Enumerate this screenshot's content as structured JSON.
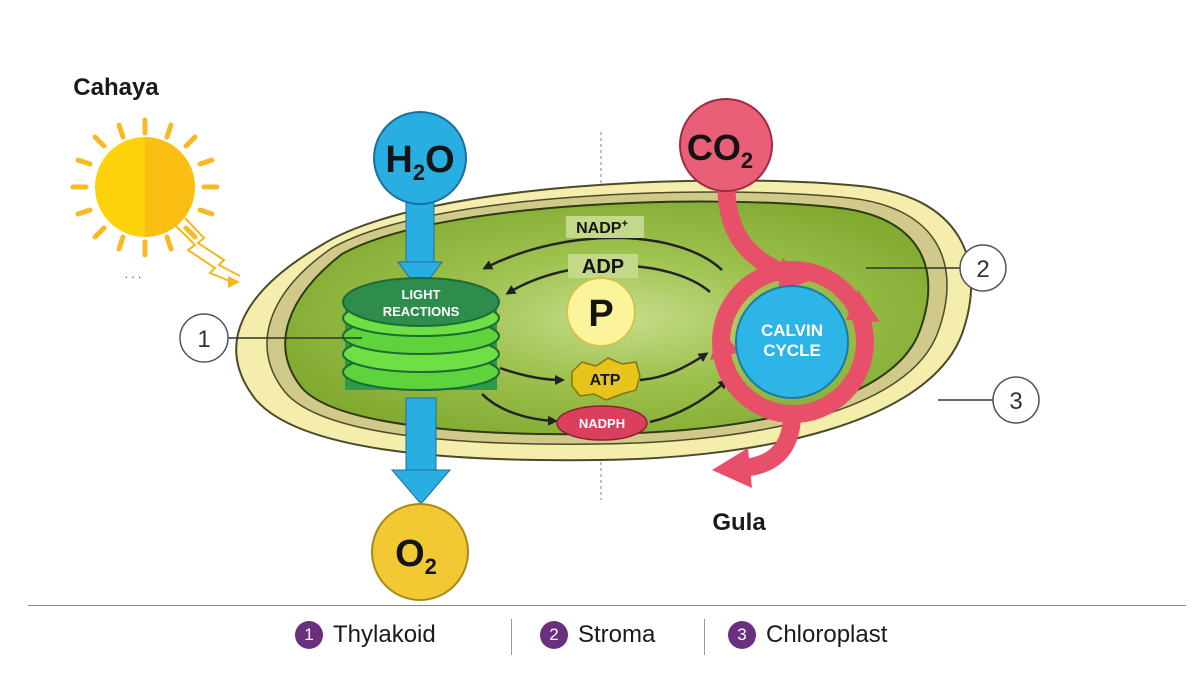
{
  "labels": {
    "light": "Cahaya",
    "sugar": "Gula",
    "light_reactions_line1": "LIGHT",
    "light_reactions_line2": "REACTIONS",
    "calvin_line1": "CALVIN",
    "calvin_line2": "CYCLE",
    "nadp_plus": "NADP",
    "nadp_plus_sup": "+",
    "adp": "ADP",
    "phosphate": "P",
    "atp": "ATP",
    "nadph": "NADPH",
    "ellipsis": ". . ."
  },
  "molecules": {
    "water": {
      "base": "H",
      "sub": "2",
      "tail": "O"
    },
    "carbon_dioxide": {
      "base": "CO",
      "sub": "2"
    },
    "oxygen": {
      "base": "O",
      "sub": "2"
    }
  },
  "callouts": [
    "1",
    "2",
    "3"
  ],
  "legend": [
    {
      "num": "1",
      "label": "Thylakoid"
    },
    {
      "num": "2",
      "label": "Stroma"
    },
    {
      "num": "3",
      "label": "Chloroplast"
    }
  ],
  "colors": {
    "outer_membrane": "#f6efb2",
    "stroma": "#8db638",
    "water_blue": "#29aee2",
    "co2_pink": "#e85b73",
    "oxygen_yellow": "#f2c933",
    "sun": "#fdd20a",
    "thylakoid_green": "#5fd33b",
    "calvin_blue": "#2cb5e6",
    "arrow_pink": "#e8506a",
    "legend_purple": "#6b2f80"
  }
}
